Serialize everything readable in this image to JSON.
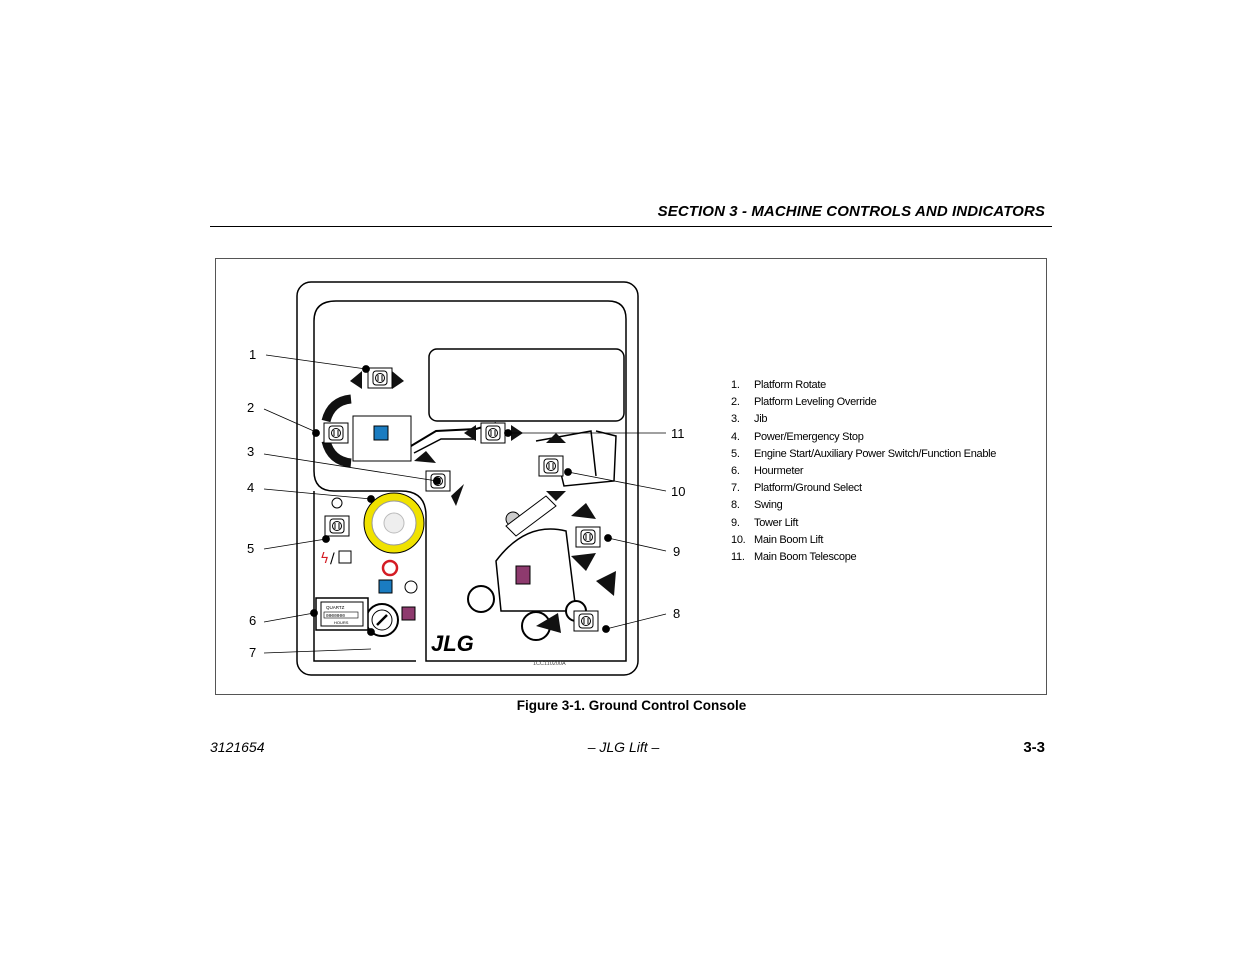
{
  "header": {
    "section_title": "SECTION 3 - MACHINE CONTROLS AND INDICATORS"
  },
  "figure": {
    "caption": "Figure 3-1. Ground Control Console",
    "callouts": [
      "1",
      "2",
      "3",
      "4",
      "5",
      "6",
      "7",
      "8",
      "9",
      "10",
      "11"
    ],
    "drawing_code": "1CC110200A",
    "logo_text": "JLG",
    "hourmeter_brand": "QUARTZ",
    "hourmeter_digits": "0000000",
    "hourmeter_unit": "HOURS",
    "legend": [
      {
        "num": "1.",
        "label": "Platform Rotate"
      },
      {
        "num": "2.",
        "label": "Platform Leveling Override"
      },
      {
        "num": "3.",
        "label": "Jib"
      },
      {
        "num": "4.",
        "label": "Power/Emergency Stop"
      },
      {
        "num": "5.",
        "label": "Engine Start/Auxiliary Power Switch/Function Enable"
      },
      {
        "num": "6.",
        "label": "Hourmeter"
      },
      {
        "num": "7.",
        "label": "Platform/Ground Select"
      },
      {
        "num": "8.",
        "label": "Swing"
      },
      {
        "num": "9.",
        "label": "Tower Lift"
      },
      {
        "num": "10.",
        "label": "Main Boom Lift"
      },
      {
        "num": "11.",
        "label": "Main Boom Telescope"
      }
    ]
  },
  "footer": {
    "doc_number": "3121654",
    "center": "– JLG Lift –",
    "page": "3-3"
  },
  "colors": {
    "emergency_yellow": "#f0e200",
    "blue_indicator": "#1a7cc1",
    "purple_indicator": "#8e3a6e",
    "stop_red": "#d41c24"
  }
}
